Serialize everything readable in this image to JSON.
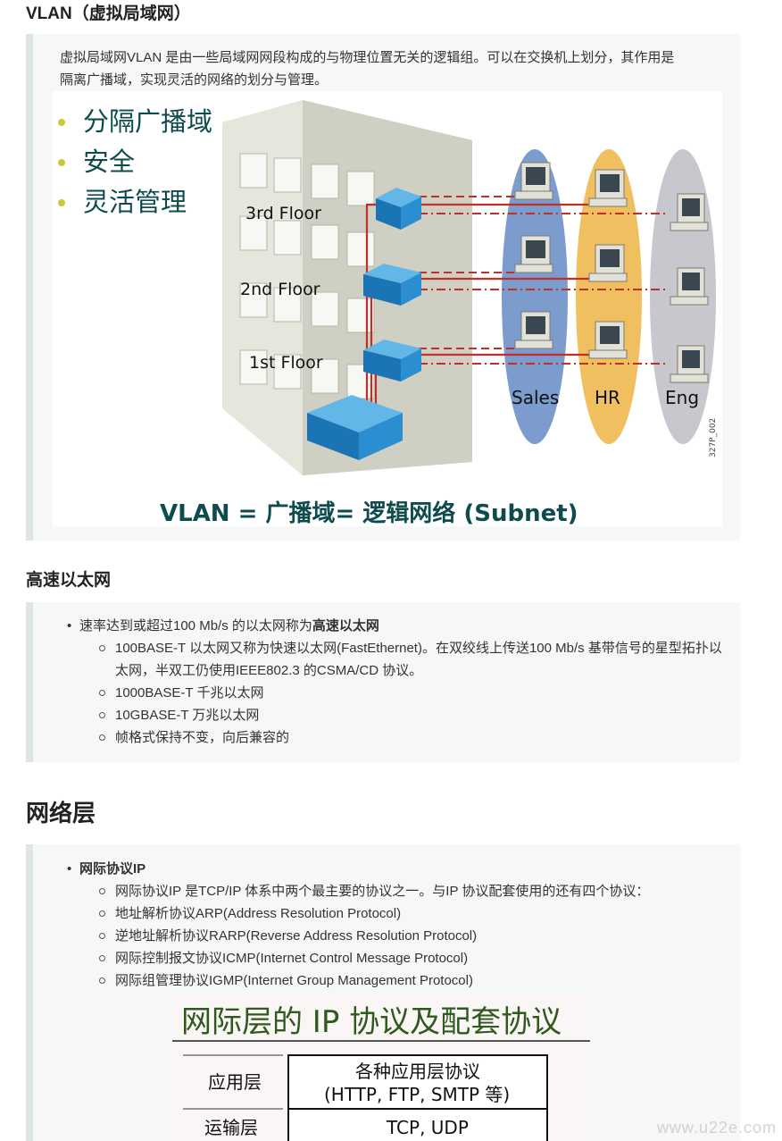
{
  "vlan": {
    "heading": "VLAN（虚拟局域网）",
    "intro_line1": "虚拟局域网VLAN 是由一些局域网网段构成的与物理位置无关的逻辑组。可以在交换机上划分，其作用是",
    "intro_line2": "隔离广播域，实现灵活的网络的划分与管理。",
    "figure": {
      "bullets": [
        "分隔广播域",
        "安全",
        "灵活管理"
      ],
      "floors": [
        "3rd Floor",
        "2nd Floor",
        "1st Floor"
      ],
      "groups": [
        "Sales",
        "HR",
        "Eng"
      ],
      "code": "327P_002",
      "caption": "VLAN = 广播域= 逻辑网络 (Subnet)"
    }
  },
  "ethernet": {
    "heading": "高速以太网",
    "item_prefix": "速率达到或超过100 Mb/s 的以太网称为",
    "item_bold": "高速以太网",
    "subitems": [
      "100BASE-T 以太网又称为快速以太网(FastEthernet)。在双绞线上传送100 Mb/s 基带信号的星型拓扑以太网，半双工仍使用IEEE802.3 的CSMA/CD 协议。",
      "1000BASE-T 千兆以太网",
      "10GBASE-T 万兆以太网",
      "帧格式保持不变，向后兼容的"
    ]
  },
  "network": {
    "heading": "网络层",
    "item_bold": "网际协议IP",
    "subitems": [
      "网际协议IP 是TCP/IP 体系中两个最主要的协议之一。与IP 协议配套使用的还有四个协议：",
      "地址解析协议ARP(Address Resolution Protocol)",
      "逆地址解析协议RARP(Reverse Address Resolution Protocol)",
      "网际控制报文协议ICMP(Internet Control Message Protocol)",
      "网际组管理协议IGMP(Internet Group Management Protocol)"
    ],
    "figure": {
      "title": "网际层的 IP 协议及配套协议",
      "rows": [
        {
          "layer": "应用层",
          "content1": "各种应用层协议",
          "content2": "(HTTP, FTP, SMTP 等)"
        },
        {
          "layer": "运输层",
          "content1": "TCP, UDP",
          "content2": ""
        }
      ]
    }
  },
  "watermark": "www.u22e.com"
}
